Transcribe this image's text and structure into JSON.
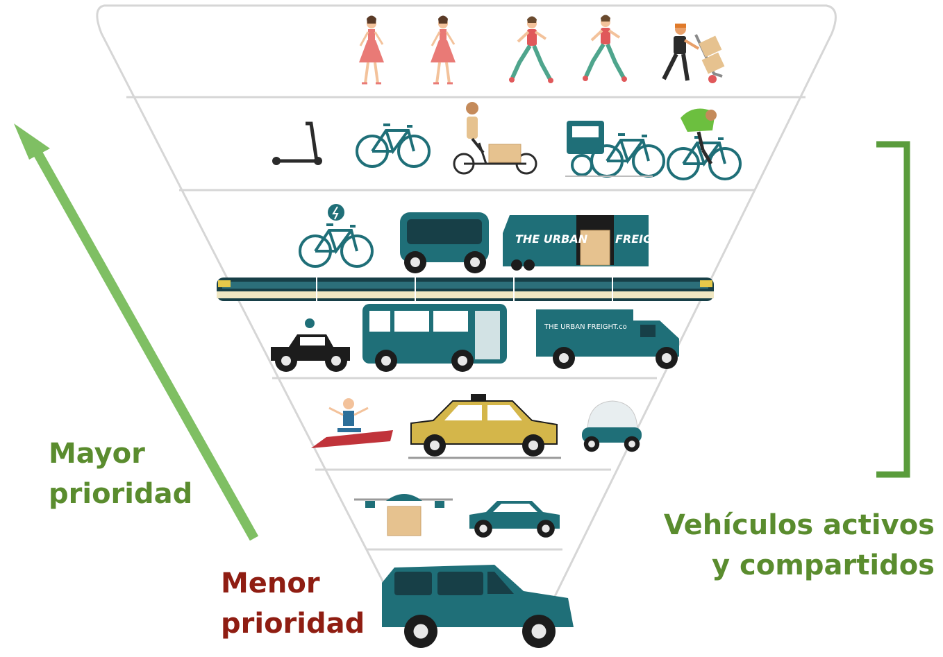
{
  "labels": {
    "mayor_line1": "Mayor",
    "mayor_line2": "prioridad",
    "menor_line1": "Menor",
    "menor_line2": "prioridad",
    "activos_line1": "Vehículos activos",
    "activos_line2": "y compartidos"
  },
  "vehicle_text": {
    "truck_large": "THE URBAN",
    "truck_large_2": "FREIGH",
    "truck_small": "THE URBAN FREIGHT.co"
  },
  "colors": {
    "priority_green": "#5a8c2e",
    "arrow_green": "#7fbf63",
    "bracket_green": "#5a9c3c",
    "low_priority_red": "#8f1d12",
    "vehicle_teal": "#1f6f78",
    "pyramid_line": "#d6d6d6"
  },
  "pyramid": {
    "tiers": [
      {
        "level": 1,
        "items": [
          "pedestrian-woman-icon",
          "pedestrian-woman-icon",
          "runner-icon",
          "runner-icon",
          "hand-truck-courier-icon"
        ]
      },
      {
        "level": 2,
        "items": [
          "kick-scooter-icon",
          "bicycle-icon",
          "cargo-bike-icon",
          "cargo-tricycle-icon",
          "delivery-cyclist-icon"
        ]
      },
      {
        "level": 3,
        "items": [
          "e-bike-icon",
          "autonomous-shuttle-icon",
          "cargo-van-icon",
          "train-icon"
        ]
      },
      {
        "level": 4,
        "items": [
          "ride-hail-car-icon",
          "city-bus-icon",
          "box-truck-icon"
        ]
      },
      {
        "level": 5,
        "items": [
          "flying-carpet-icon",
          "taxi-icon",
          "bubble-car-icon"
        ]
      },
      {
        "level": 6,
        "items": [
          "delivery-drone-icon",
          "sedan-icon"
        ]
      },
      {
        "level": 7,
        "items": [
          "suv-icon"
        ]
      }
    ]
  }
}
